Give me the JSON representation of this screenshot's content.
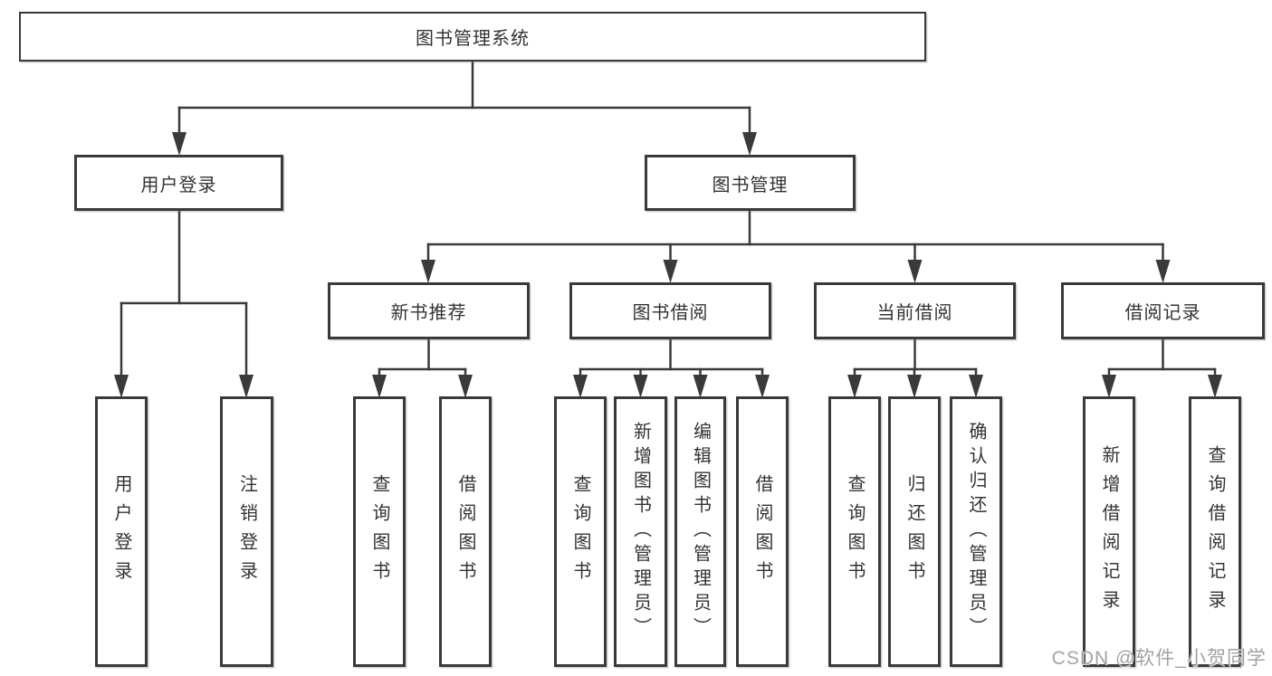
{
  "diagram": {
    "root": {
      "label": "图书管理系统"
    },
    "branches": [
      {
        "label": "用户登录",
        "children": [
          {
            "label": "用户登录"
          },
          {
            "label": "注销登录"
          }
        ]
      },
      {
        "label": "图书管理",
        "groups": [
          {
            "label": "新书推荐",
            "children": [
              {
                "label": "查询图书"
              },
              {
                "label": "借阅图书"
              }
            ]
          },
          {
            "label": "图书借阅",
            "children": [
              {
                "label": "查询图书"
              },
              {
                "label": "新增图书（管理员）"
              },
              {
                "label": "编辑图书（管理员）"
              },
              {
                "label": "借阅图书"
              }
            ]
          },
          {
            "label": "当前借阅",
            "children": [
              {
                "label": "查询图书"
              },
              {
                "label": "归还图书"
              },
              {
                "label": "确认归还（管理员）"
              }
            ]
          },
          {
            "label": "借阅记录",
            "children": [
              {
                "label": "新增借阅记录"
              },
              {
                "label": "查询借阅记录"
              }
            ]
          }
        ]
      }
    ]
  },
  "watermark": {
    "text": "CSDN @软件_小贺同学"
  },
  "colors": {
    "line": "#3a3a3a",
    "text": "#333333",
    "box_background": "#ffffff",
    "watermark": "#a3a3a3"
  }
}
